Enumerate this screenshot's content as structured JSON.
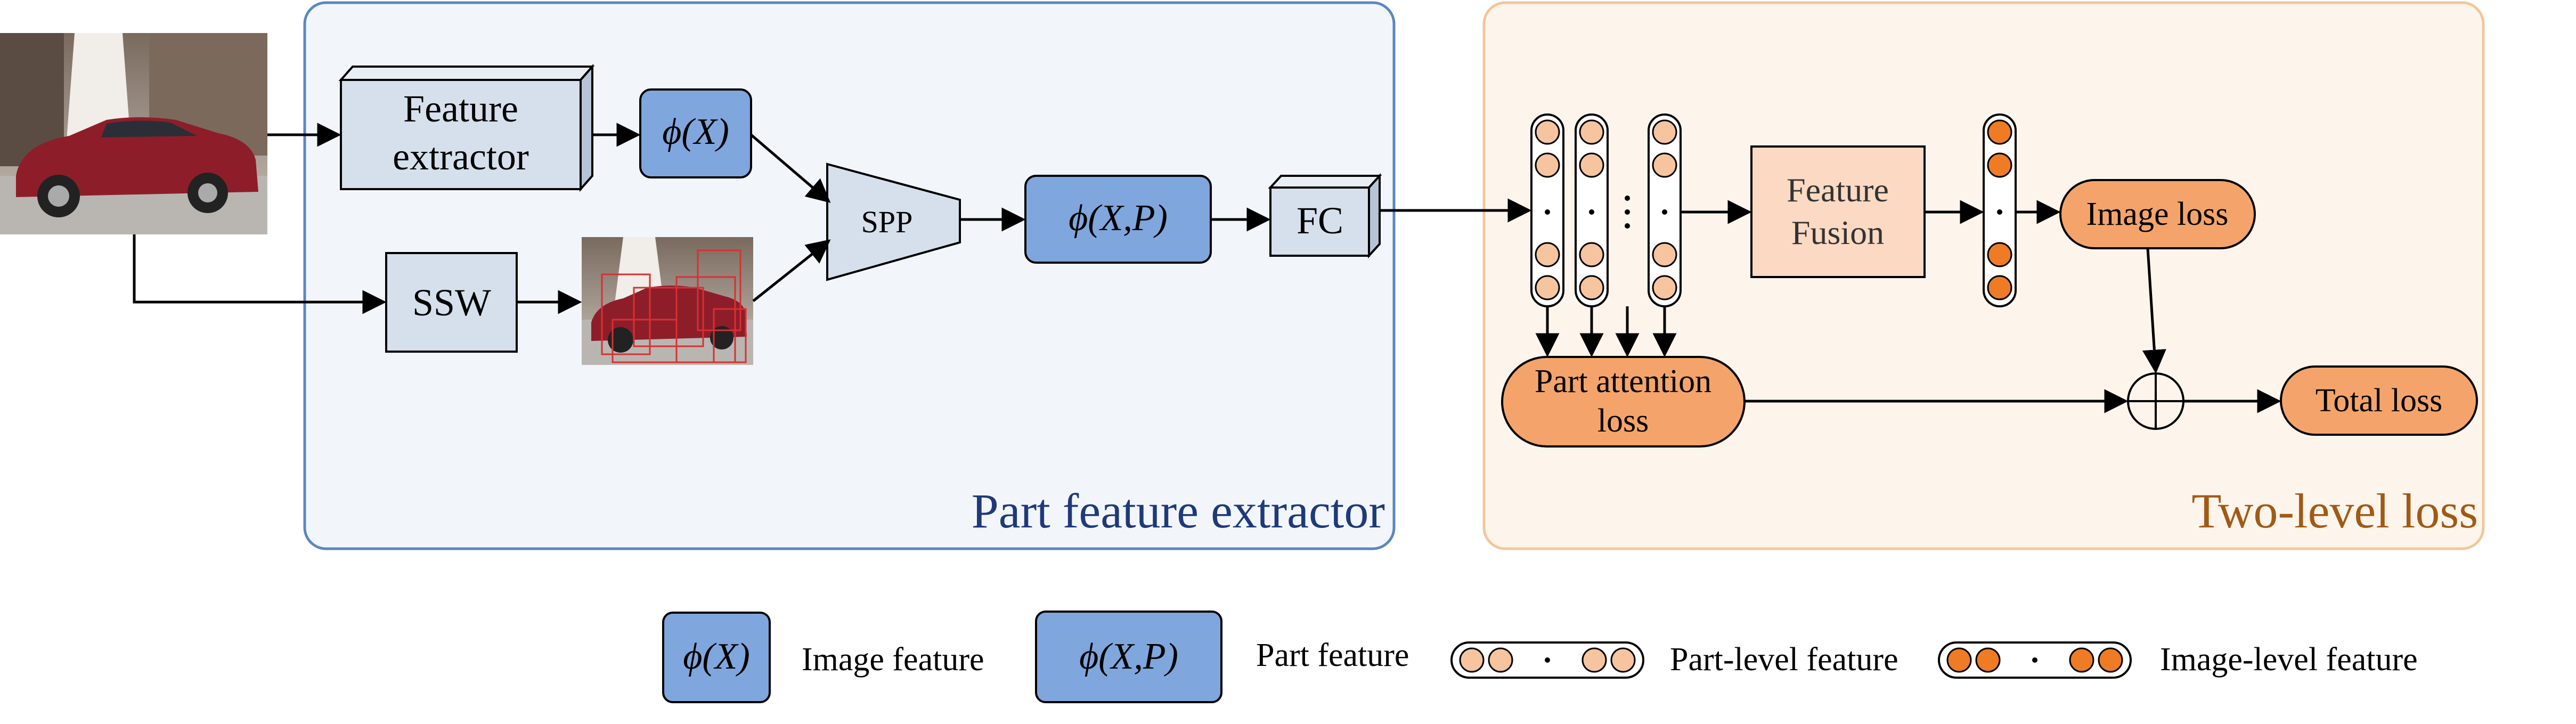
{
  "sections": {
    "part_extractor": "Part feature extractor",
    "two_level_loss": "Two-level loss"
  },
  "nodes": {
    "feature_extractor": [
      "Feature",
      "extractor"
    ],
    "phi_x": "ϕ(X)",
    "ssw": "SSW",
    "spp": "SPP",
    "phi_xp": "ϕ(X,P)",
    "fc": "FC",
    "feature_fusion": [
      "Feature",
      "Fusion"
    ],
    "image_loss": "Image loss",
    "part_attention_loss": [
      "Part attention",
      "loss"
    ],
    "total_loss": "Total loss"
  },
  "legend": {
    "image_feature": "Image feature",
    "part_feature": "Part feature",
    "part_level_feature": "Part-level feature",
    "image_level_feature": "Image-level feature"
  },
  "colors": {
    "node_blue": "#d6e0ec",
    "phi_blue": "#7fa6dd",
    "extractor_bg": "#f2f6fb",
    "extractor_border": "#5b87c0",
    "extractor_label": "#1f3a7a",
    "loss_bg": "#fdf5ec",
    "loss_border": "#f0c79c",
    "loss_label": "#a05a16",
    "fusion_bg": "#fbd9c2",
    "loss_orange": "#f4a46a",
    "light_circle": "#f6c49e",
    "dark_circle": "#ef7b24"
  }
}
